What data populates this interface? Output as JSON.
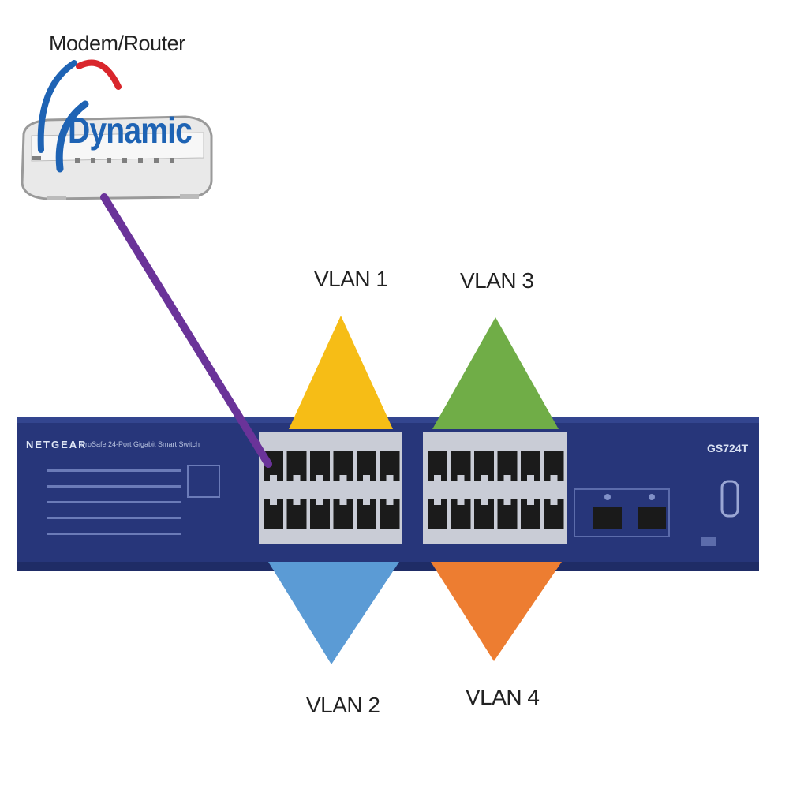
{
  "modem": {
    "label": "Modem/Router",
    "logo_text": "Dynamic"
  },
  "switch": {
    "brand": "NETGEAR",
    "subtitle": "ProSafe 24-Port Gigabit Smart Switch",
    "model": "GS724T"
  },
  "vlans": [
    {
      "label": "VLAN 1",
      "color": "#f6bd16"
    },
    {
      "label": "VLAN 2",
      "color": "#5b9bd5"
    },
    {
      "label": "VLAN 3",
      "color": "#70ad47"
    },
    {
      "label": "VLAN 4",
      "color": "#ed7d31"
    }
  ],
  "colors": {
    "cable": "#6a3399",
    "switch_body": "#27367a",
    "logo_arc": "#d9262c"
  }
}
